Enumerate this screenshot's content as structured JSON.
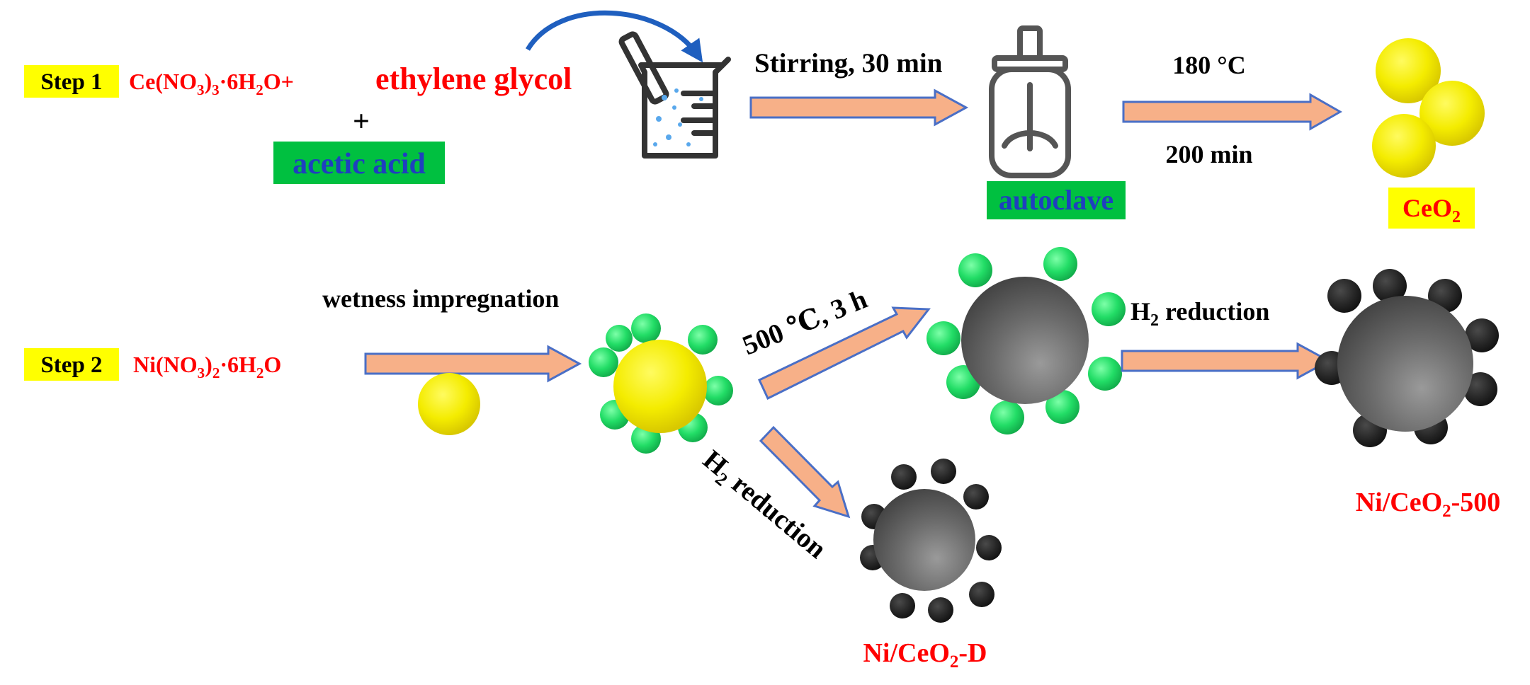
{
  "step1": {
    "label": "Step 1",
    "reagent_cerium_nitrate": "Ce(NO3)3·6H2O+",
    "reagent_ethylene_glycol": "ethylene glycol",
    "plus": "+",
    "reagent_acetic_acid": "acetic acid",
    "stirring_condition": "Stirring, 30 min",
    "autoclave_label": "autoclave",
    "temperature": "180 °C",
    "duration": "200 min",
    "product": "CeO2"
  },
  "step2": {
    "label": "Step 2",
    "reagent_nickel_nitrate": "Ni(NO3)2·6H2O",
    "impregnation": "wetness impregnation",
    "calcination": "500 ℃, 3 h",
    "reduction_top": "H2 reduction",
    "reduction_diagonal": "H2 reduction",
    "product_500": "Ni/CeO2-500",
    "product_d": "Ni/CeO2-D"
  },
  "colors": {
    "label_highlight": "#ffff00",
    "reagent_red": "#ff0000",
    "acetic_bg": "#00c040",
    "acetic_text": "#1f3fbf",
    "arrow_fill": "#f7b088",
    "arrow_stroke": "#4a6fc6",
    "ceria_yellow": "#f4ec00",
    "nickel_precursor_green": "#22dd66",
    "nickel_black": "#222222",
    "catalyst_gray": "#6c6c6c",
    "bent_arrow_blue": "#1f5fbf",
    "text_black": "#000000"
  },
  "icons": [
    "beaker-icon",
    "autoclave-icon",
    "curved-arrow-icon"
  ]
}
